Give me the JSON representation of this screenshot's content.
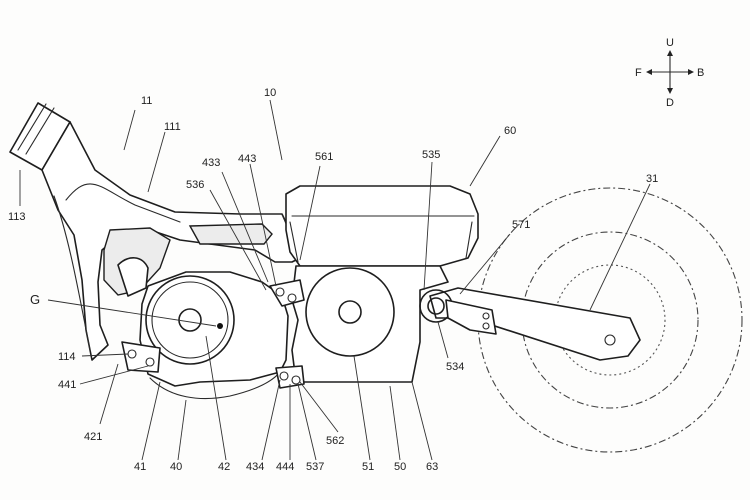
{
  "labels": {
    "l11": "11",
    "l111": "111",
    "l113": "113",
    "l10": "10",
    "l433": "433",
    "l443": "443",
    "l536": "536",
    "l561": "561",
    "l535": "535",
    "l60": "60",
    "l31": "31",
    "l571": "571",
    "lG": "G",
    "l114": "114",
    "l441": "441",
    "l421": "421",
    "l41": "41",
    "l40": "40",
    "l42": "42",
    "l434": "434",
    "l444": "444",
    "l537": "537",
    "l562": "562",
    "l51": "51",
    "l50": "50",
    "l63": "63",
    "l534": "534"
  },
  "compass": {
    "up": "U",
    "down": "D",
    "front": "F",
    "back": "B"
  }
}
